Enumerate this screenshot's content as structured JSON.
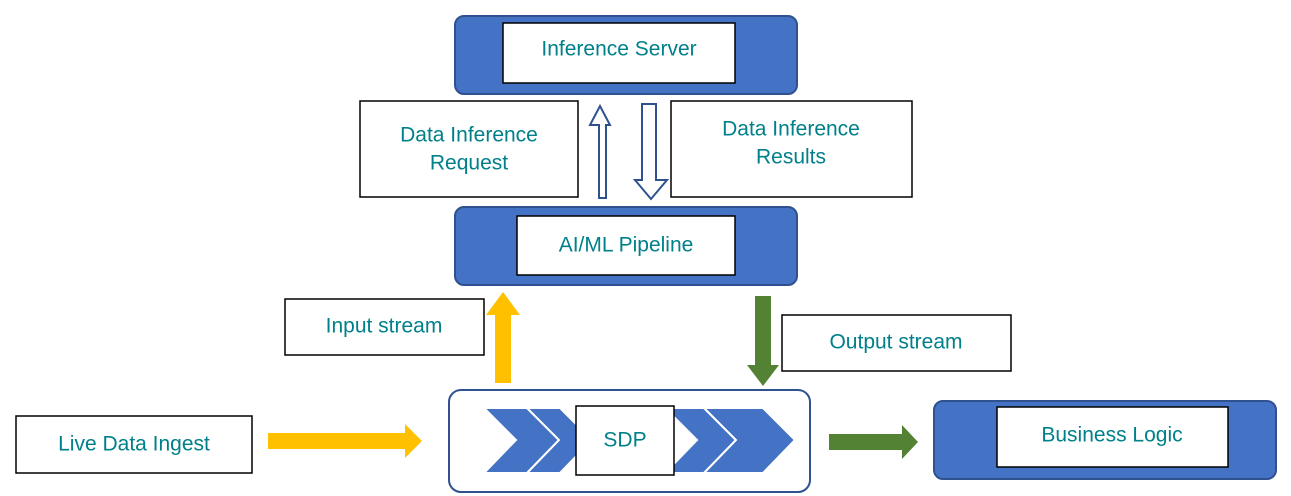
{
  "colors": {
    "node_fill": "#4472C4",
    "node_border": "#2F528F",
    "text": "#00808A",
    "input_arrow": "#FFC000",
    "output_arrow": "#548235",
    "hollow_arrow": "#2F528F"
  },
  "nodes": {
    "inference_server": "Inference Server",
    "ai_ml_pipeline": "AI/ML Pipeline",
    "sdp": "SDP",
    "business_logic": "Business Logic",
    "live_data_ingest": "Live Data Ingest"
  },
  "labels": {
    "data_inference_request": [
      "Data Inference",
      "Request"
    ],
    "data_inference_results": [
      "Data Inference",
      "Results"
    ],
    "input_stream": "Input stream",
    "output_stream": "Output stream"
  }
}
